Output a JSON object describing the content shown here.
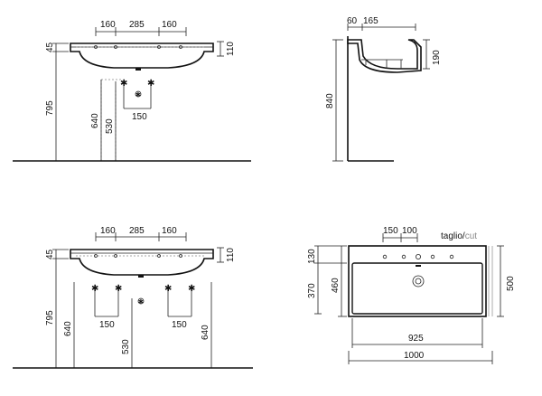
{
  "views": {
    "front_single": {
      "top_dims": [
        "160",
        "285",
        "160"
      ],
      "left_top": "45",
      "right_top": "110",
      "v_795": "795",
      "v_640": "640",
      "v_530": "530",
      "h_150": "150"
    },
    "side": {
      "top_60": "60",
      "top_165": "165",
      "right_190": "190",
      "left_840": "840"
    },
    "front_double": {
      "top_dims": [
        "160",
        "285",
        "160"
      ],
      "left_top": "45",
      "right_top": "110",
      "v_795": "795",
      "v_640_left": "640",
      "v_530": "530",
      "v_640_right": "640",
      "h_150_left": "150",
      "h_150_right": "150"
    },
    "plan": {
      "top_150": "150",
      "top_100": "100",
      "cut_label_a": "taglio/",
      "cut_label_b": "cut",
      "left_130": "130",
      "left_460": "460",
      "left_370": "370",
      "right_500": "500",
      "bottom_925": "925",
      "bottom_1000": "1000"
    }
  },
  "colors": {
    "line": "#111111",
    "cut_grey": "#8a8a8a"
  }
}
